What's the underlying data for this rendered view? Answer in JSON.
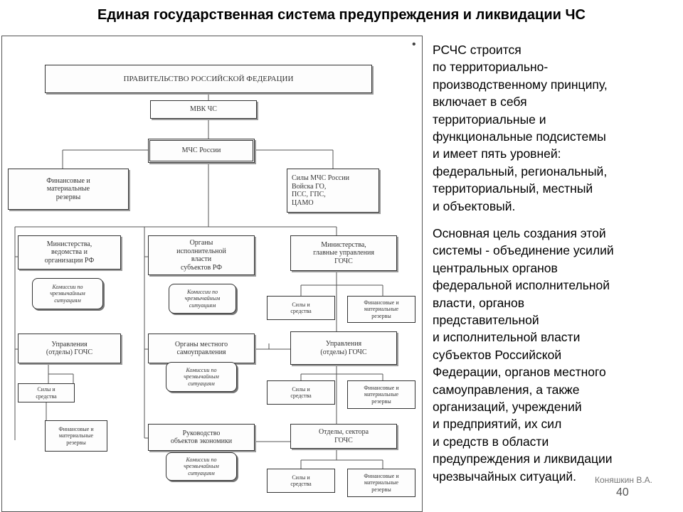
{
  "title": "Единая государственная система предупреждения и ликвидации ЧС",
  "diagram": {
    "government": "ПРАВИТЕЛЬСТВО РОССИЙСКОЙ ФЕДЕРАЦИИ",
    "mvk": "МВК ЧС",
    "mchs": "МЧС России",
    "reserves": "Финансовые и\nматериальные\nрезервы",
    "forces": "Силы МЧС России\nВойска ГО,\nПСС, ГПС,\nЦАМО",
    "ministries": "Министерства,\nведомства и\nорганизации РФ",
    "executive": "Органы\nисполнительной\nвласти\nсубъектов РФ",
    "ministries_gochs": "Министерства,\nглавные управления\nГОЧС",
    "commission": "Комиссии по\nчрезвычайным\nситуациям",
    "forces_means": "Силы и\nсредства",
    "fin_reserves": "Финансовые и\nматериальные\nрезервы",
    "departments": "Управления\n(отделы) ГОЧС",
    "local_gov": "Органы местного\nсамоуправления",
    "management": "Руководство\nобъектов экономики",
    "sections": "Отделы, сектора\nГОЧС"
  },
  "text": {
    "para1": "РСЧС строится\nпо территориально-\nпроизводственному принципу,\nвключает в себя\nтерриториальные и\nфункциональные подсистемы\nи имеет пять уровней:\nфедеральный, региональный,\nтерриториальный, местный\nи объектовый.",
    "para2": "Основная цель создания этой\nсистемы - объединение усилий\nцентральных органов\nфедеральной исполнительной\nвласти, органов\nпредставительной\nи исполнительной власти\nсубъектов Российской\nФедерации, органов местного\nсамоуправления, а также\nорганизаций, учреждений\nи предприятий, их сил\nи средств в области\nпредупреждения и ликвидации\nчрезвычайных ситуаций."
  },
  "footer": {
    "author": "Коняшкин В.А.",
    "page": "40"
  }
}
